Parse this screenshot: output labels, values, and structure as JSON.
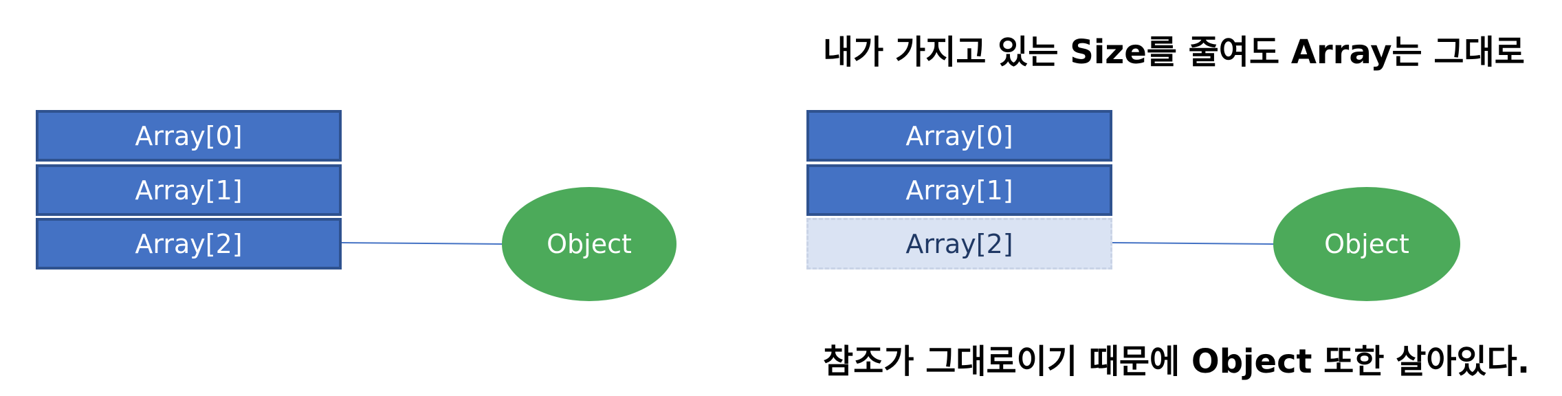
{
  "left_diagram": {
    "cells": [
      "Array[0]",
      "Array[1]",
      "Array[2]"
    ],
    "object_label": "Object"
  },
  "right_diagram": {
    "caption_top": "내가 가지고 있는 Size를 줄여도 Array는 그대로",
    "cells": [
      "Array[0]",
      "Array[1]",
      "Array[2]"
    ],
    "object_label": "Object",
    "caption_bottom": "참조가 그대로이기 때문에 Object 또한 살아있다."
  },
  "colors": {
    "cell_fill": "#4472c4",
    "cell_border": "#2f528f",
    "cell_faded_fill": "#dae3f3",
    "object_fill": "#4caa5a",
    "connector": "#4472c4"
  }
}
